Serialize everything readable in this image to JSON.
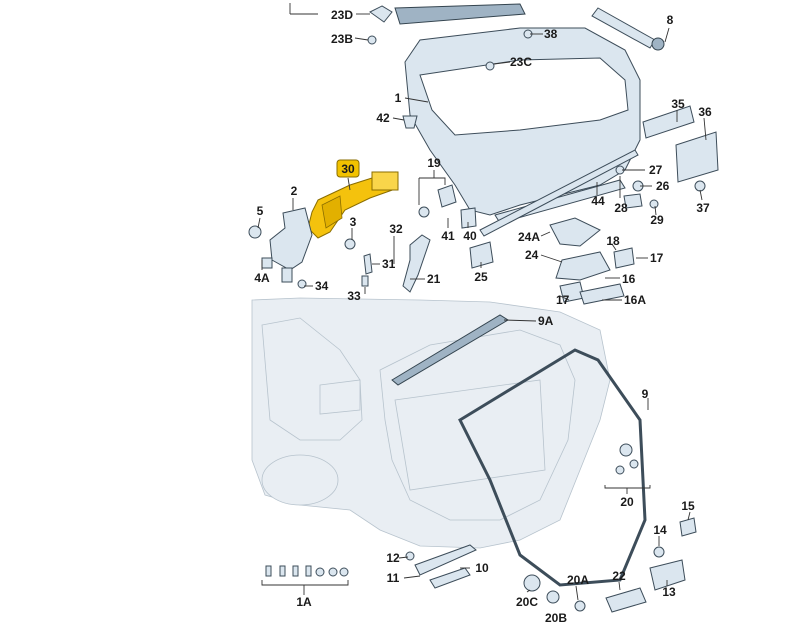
{
  "colors": {
    "part_fill": "#dbe6ef",
    "part_stroke": "#3d4d5a",
    "highlight_part": "#f4c20d",
    "highlight_badge": "#f2c200",
    "label_text": "#1a1a1a"
  },
  "labels": {
    "l_23D": "23D",
    "l_23B": "23B",
    "l_38": "38",
    "l_8": "8",
    "l_23C": "23C",
    "l_1": "1",
    "l_42": "42",
    "l_35": "35",
    "l_36": "36",
    "l_30": "30",
    "l_19": "19",
    "l_27": "27",
    "l_26": "26",
    "l_28": "28",
    "l_29": "29",
    "l_37": "37",
    "l_44": "44",
    "l_2": "2",
    "l_5": "5",
    "l_3": "3",
    "l_41": "41",
    "l_40": "40",
    "l_24A": "24A",
    "l_18": "18",
    "l_24": "24",
    "l_17a": "17",
    "l_16": "16",
    "l_17b": "17",
    "l_16A": "16A",
    "l_32": "32",
    "l_31": "31",
    "l_21": "21",
    "l_25": "25",
    "l_4A": "4A",
    "l_34": "34",
    "l_33": "33",
    "l_9A": "9A",
    "l_9": "9",
    "l_20": "20",
    "l_15": "15",
    "l_14": "14",
    "l_12": "12",
    "l_11": "11",
    "l_10": "10",
    "l_20C": "20C",
    "l_20B": "20B",
    "l_20A": "20A",
    "l_22": "22",
    "l_13": "13",
    "l_1A": "1A"
  }
}
